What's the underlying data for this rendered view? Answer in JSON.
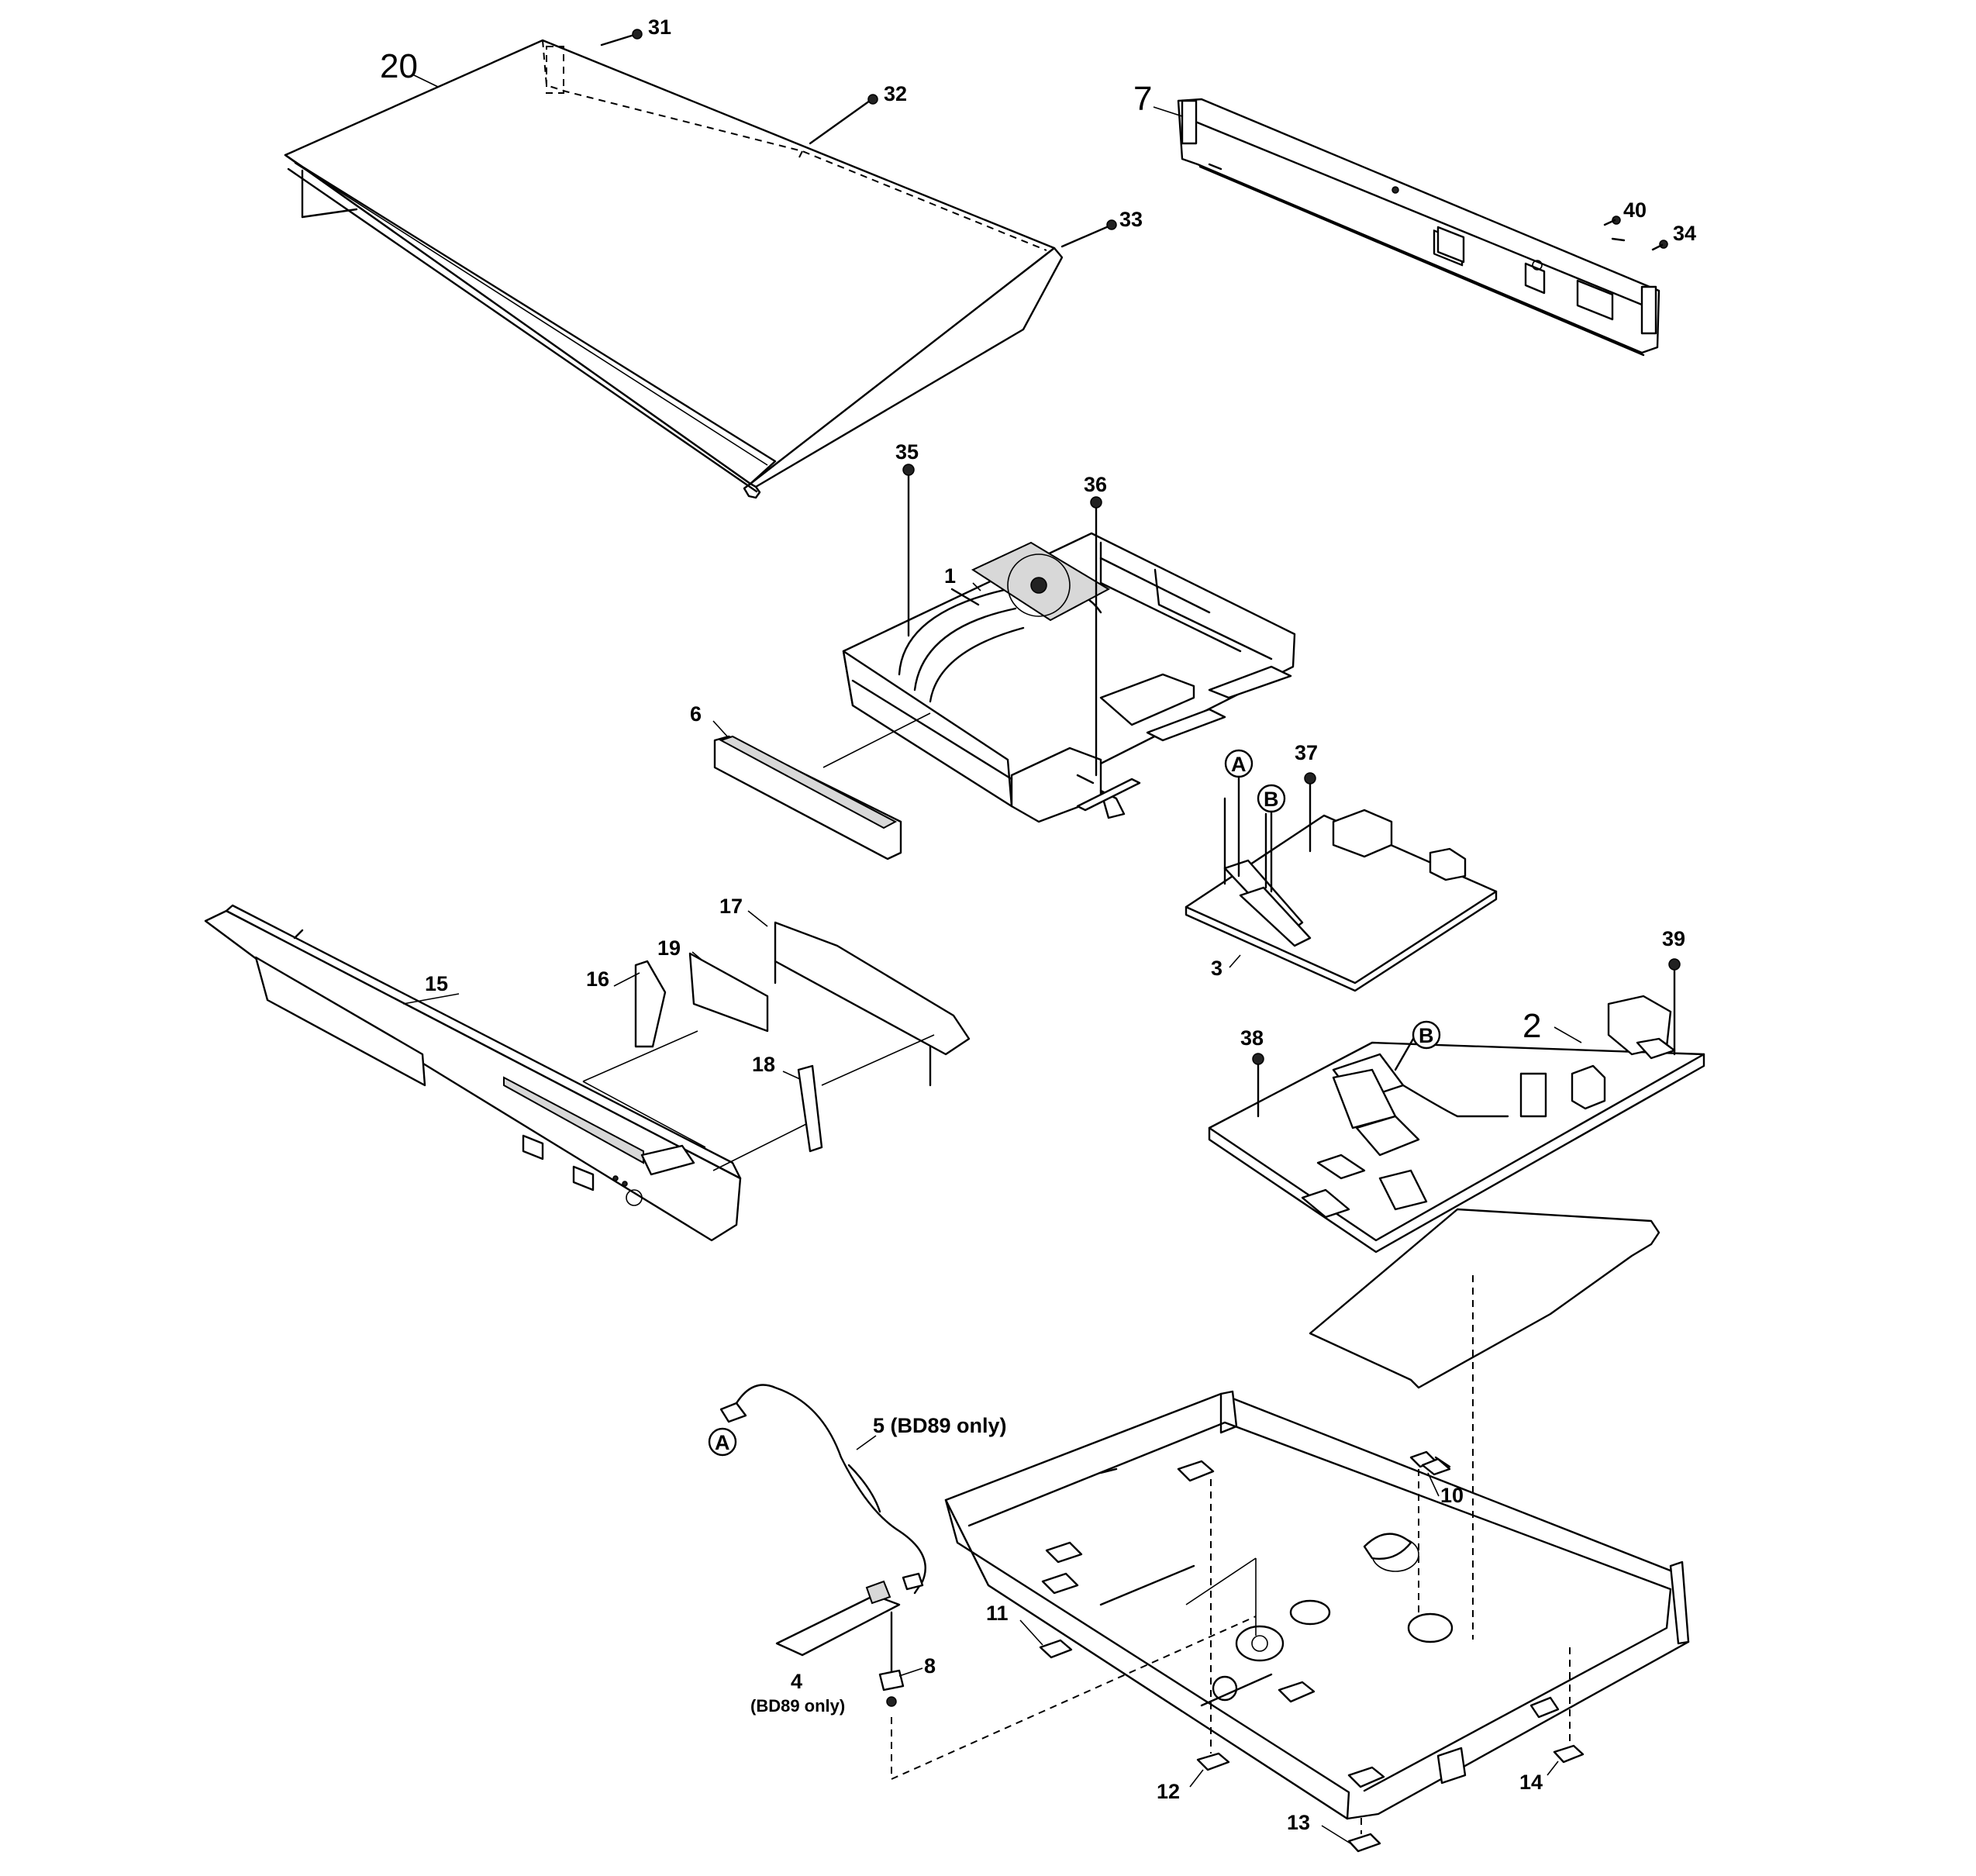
{
  "labels": {
    "p1": "1",
    "p2": "2",
    "p3": "3",
    "p4": "4",
    "p4_note": "(BD89 only)",
    "p5": "5 (BD89 only)",
    "p6": "6",
    "p7": "7",
    "p8": "8",
    "p10": "10",
    "p11": "11",
    "p12": "12",
    "p13": "13",
    "p14": "14",
    "p15": "15",
    "p16": "16",
    "p17": "17",
    "p18": "18",
    "p19": "19",
    "p20": "20",
    "p31": "31",
    "p32": "32",
    "p33": "33",
    "p34": "34",
    "p35": "35",
    "p36": "36",
    "p37": "37",
    "p38": "38",
    "p39": "39",
    "p40": "40",
    "markA1": "A",
    "markB1": "B",
    "markB2": "B",
    "markA2": "A"
  }
}
